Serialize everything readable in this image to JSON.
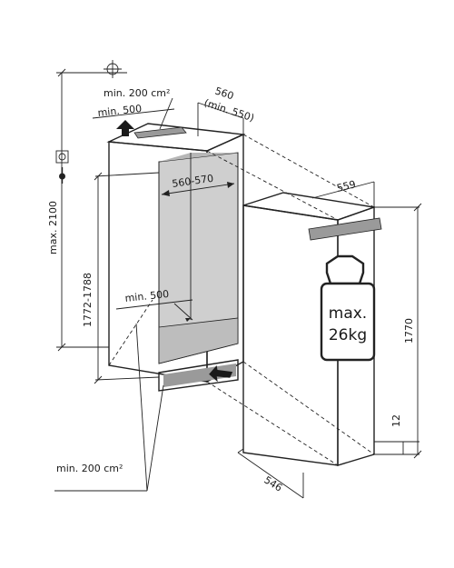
{
  "labels": {
    "vent_top": "min. 200 cm²",
    "depth_top": "min. 500",
    "width_top_1": "560",
    "width_top_2": "(min. 550)",
    "inner_width": "560-570",
    "height_range": "1772-1788",
    "max_height": "max. 2100",
    "depth_bottom": "min. 500",
    "vent_bottom": "min. 200 cm²",
    "appliance_width": "559",
    "appliance_height": "1770",
    "gap": "12",
    "appliance_depth": "546",
    "weight_1": "max.",
    "weight_2": "26kg"
  },
  "colors": {
    "niche_inner": "#cfcfcf",
    "niche_floor": "#bdbdbd",
    "weight_box": "#ffffff",
    "line": "#222222"
  },
  "icons": [
    "crosshair-icon",
    "power-socket-icon",
    "plug-icon",
    "weight-icon",
    "air-arrow-icon"
  ]
}
